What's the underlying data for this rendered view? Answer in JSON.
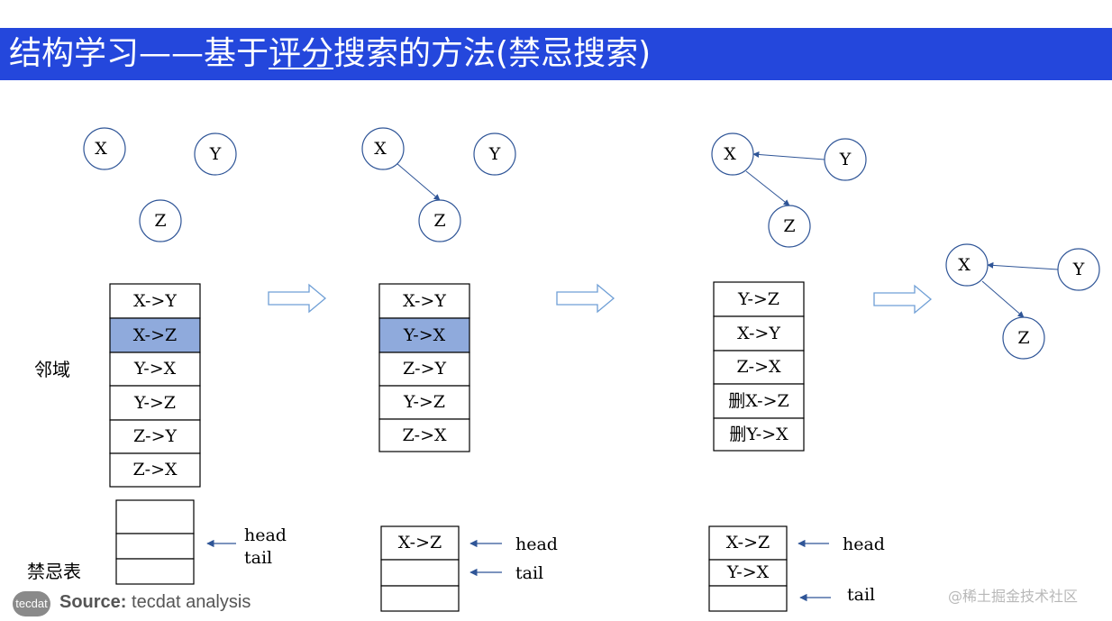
{
  "title": {
    "part1": "结构学习——基于",
    "underlined": "评分",
    "part2": "搜索的方法(禁忌搜索)"
  },
  "labels": {
    "neighborhood": "邻域",
    "tabu_list": "禁忌表",
    "head": "head",
    "tail": "tail"
  },
  "stages": [
    {
      "nodes": [
        "X",
        "Y",
        "Z"
      ],
      "edges": [],
      "neighborhood": [
        {
          "text": "X->Y",
          "highlight": false
        },
        {
          "text": "X->Z",
          "highlight": true
        },
        {
          "text": "Y->X",
          "highlight": false
        },
        {
          "text": "Y->Z",
          "highlight": false
        },
        {
          "text": "Z->Y",
          "highlight": false
        },
        {
          "text": "Z->X",
          "highlight": false
        }
      ],
      "tabu": [
        "",
        "",
        ""
      ]
    },
    {
      "nodes": [
        "X",
        "Y",
        "Z"
      ],
      "edges": [
        "X->Z"
      ],
      "neighborhood": [
        {
          "text": "X->Y",
          "highlight": false
        },
        {
          "text": "Y->X",
          "highlight": true
        },
        {
          "text": "Z->Y",
          "highlight": false
        },
        {
          "text": "Y->Z",
          "highlight": false
        },
        {
          "text": "Z->X",
          "highlight": false
        }
      ],
      "tabu": [
        "X->Z",
        "",
        ""
      ]
    },
    {
      "nodes": [
        "X",
        "Y",
        "Z"
      ],
      "edges": [
        "Y->X",
        "X->Z"
      ],
      "neighborhood": [
        {
          "text": "Y->Z",
          "highlight": false
        },
        {
          "text": "X->Y",
          "highlight": false
        },
        {
          "text": "Z->X",
          "highlight": false
        },
        {
          "text": "删X->Z",
          "highlight": false
        },
        {
          "text": "删Y->X",
          "highlight": false
        }
      ],
      "tabu": [
        "X->Z",
        "Y->X",
        ""
      ]
    },
    {
      "nodes": [
        "X",
        "Y",
        "Z"
      ],
      "edges": [
        "Y->X",
        "X->Z"
      ]
    }
  ],
  "footer": {
    "logo": "tecdat",
    "source_label": "Source:",
    "source_text": " tecdat analysis",
    "watermark": "@稀土掘金技术社区"
  },
  "colors": {
    "header_bg": "#2447dc",
    "highlight_cell": "#8faadc",
    "edge": "#2f5597",
    "big_arrow": "#6f9fd6"
  }
}
